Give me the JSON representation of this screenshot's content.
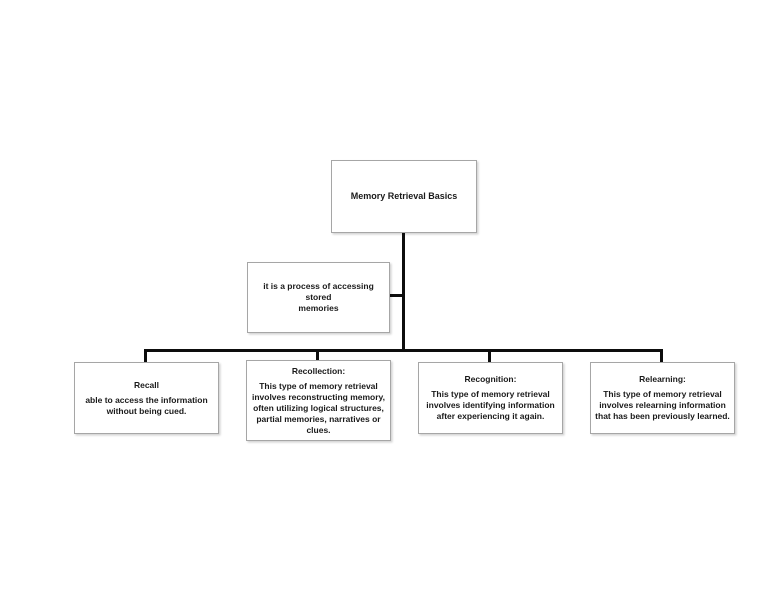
{
  "diagram": {
    "root": {
      "label": "Memory Retrieval Basics"
    },
    "definition": {
      "text": "it is a process of accessing stored\nmemories"
    },
    "children": [
      {
        "title": "Recall",
        "body": "able to access the information\nwithout being cued."
      },
      {
        "title": "Recollection:",
        "body": "This type of memory retrieval\ninvolves reconstructing memory,\noften utilizing logical structures,\npartial memories, narratives or\nclues."
      },
      {
        "title": "Recognition:",
        "body": "This type of memory retrieval\ninvolves identifying information\nafter experiencing it again."
      },
      {
        "title": "Relearning:",
        "body": "This type of memory retrieval\ninvolves relearning information\nthat has been previously learned."
      }
    ],
    "colors": {
      "background": "#ffffff",
      "box_fill": "#ffffff",
      "box_border": "#a6a6a6",
      "line": "#0d0d0d",
      "text": "#1a1a1a"
    }
  }
}
